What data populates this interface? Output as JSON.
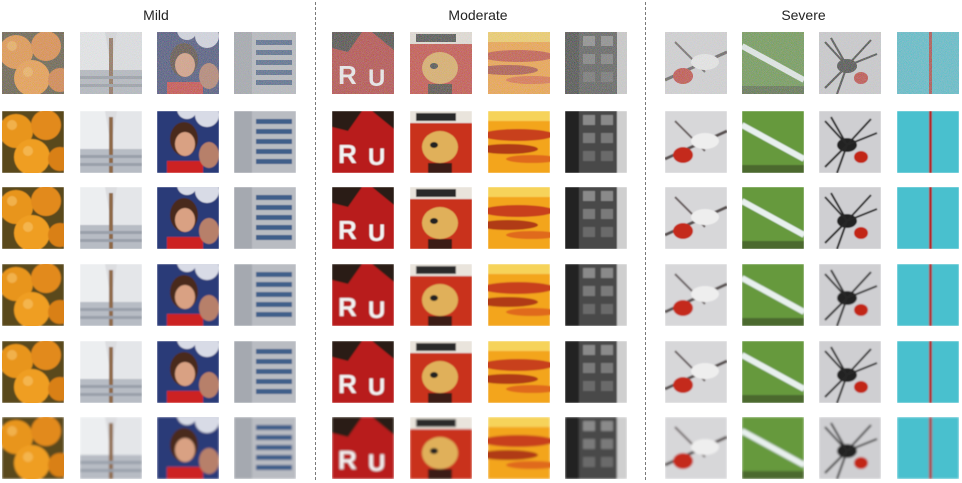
{
  "groups": [
    {
      "label": "Mild"
    },
    {
      "label": "Moderate"
    },
    {
      "label": "Severe"
    }
  ],
  "patch_subjects": [
    [
      "oranges",
      "white-shirt",
      "woman-portrait",
      "building-windows"
    ],
    [
      "letters-ru",
      "cartoon-girl",
      "sunset-clouds",
      "dark-building"
    ],
    [
      "bird-branch",
      "green-field-line",
      "spider",
      "cyan-pool-line"
    ]
  ],
  "rows": 6,
  "noisy_row_index": 0
}
